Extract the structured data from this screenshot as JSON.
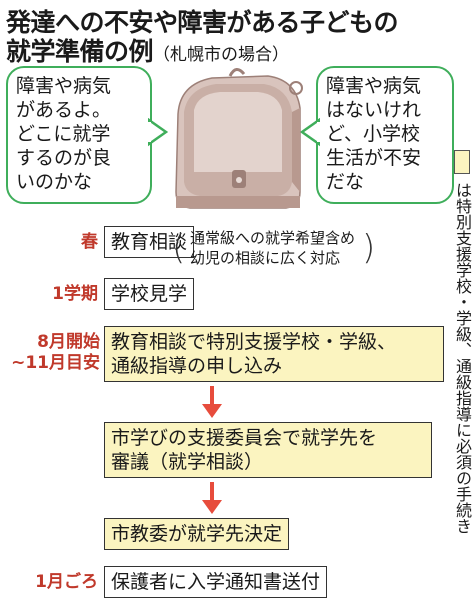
{
  "title": {
    "line1": "発達への不安や障害がある子どもの",
    "line2": "就学準備の例",
    "subtitle": "（札幌市の場合）"
  },
  "bubbles": {
    "left": [
      "障害や病気",
      "があるよ。",
      "どこに就学",
      "するのが良",
      "いのかな"
    ],
    "right": [
      "障害や病気",
      "はないけれ",
      "ど、小学校",
      "生活が不安",
      "だな"
    ]
  },
  "legend": {
    "text": "は特別支援学校・学級、通級指導に必須の手続き",
    "swatch_color": "#fbf4c0"
  },
  "steps": [
    {
      "stage": [
        "春"
      ],
      "label": "教育相談",
      "highlight": false
    },
    {
      "stage": [
        "1学期"
      ],
      "label": "学校見学",
      "highlight": false
    },
    {
      "stage": [
        "8月開始",
        "~11月目安"
      ],
      "label": [
        "教育相談で特別支援学校・学級、",
        "通級指導の申し込み"
      ],
      "highlight": true
    },
    {
      "stage": [],
      "label": [
        "市学びの支援委員会で就学先を",
        "審議（就学相談）"
      ],
      "highlight": true
    },
    {
      "stage": [],
      "label": "市教委が就学先決定",
      "highlight": true
    },
    {
      "stage": [
        "1月ごろ"
      ],
      "label": "保護者に入学通知書送付",
      "highlight": false
    }
  ],
  "note": [
    "通常級への就学希望含め",
    "幼児の相談に広く対応"
  ],
  "colors": {
    "bubble_border": "#3fae5b",
    "stage_text": "#c0392b",
    "arrow": "#e74c3c",
    "bag": "#c9b0a8"
  }
}
